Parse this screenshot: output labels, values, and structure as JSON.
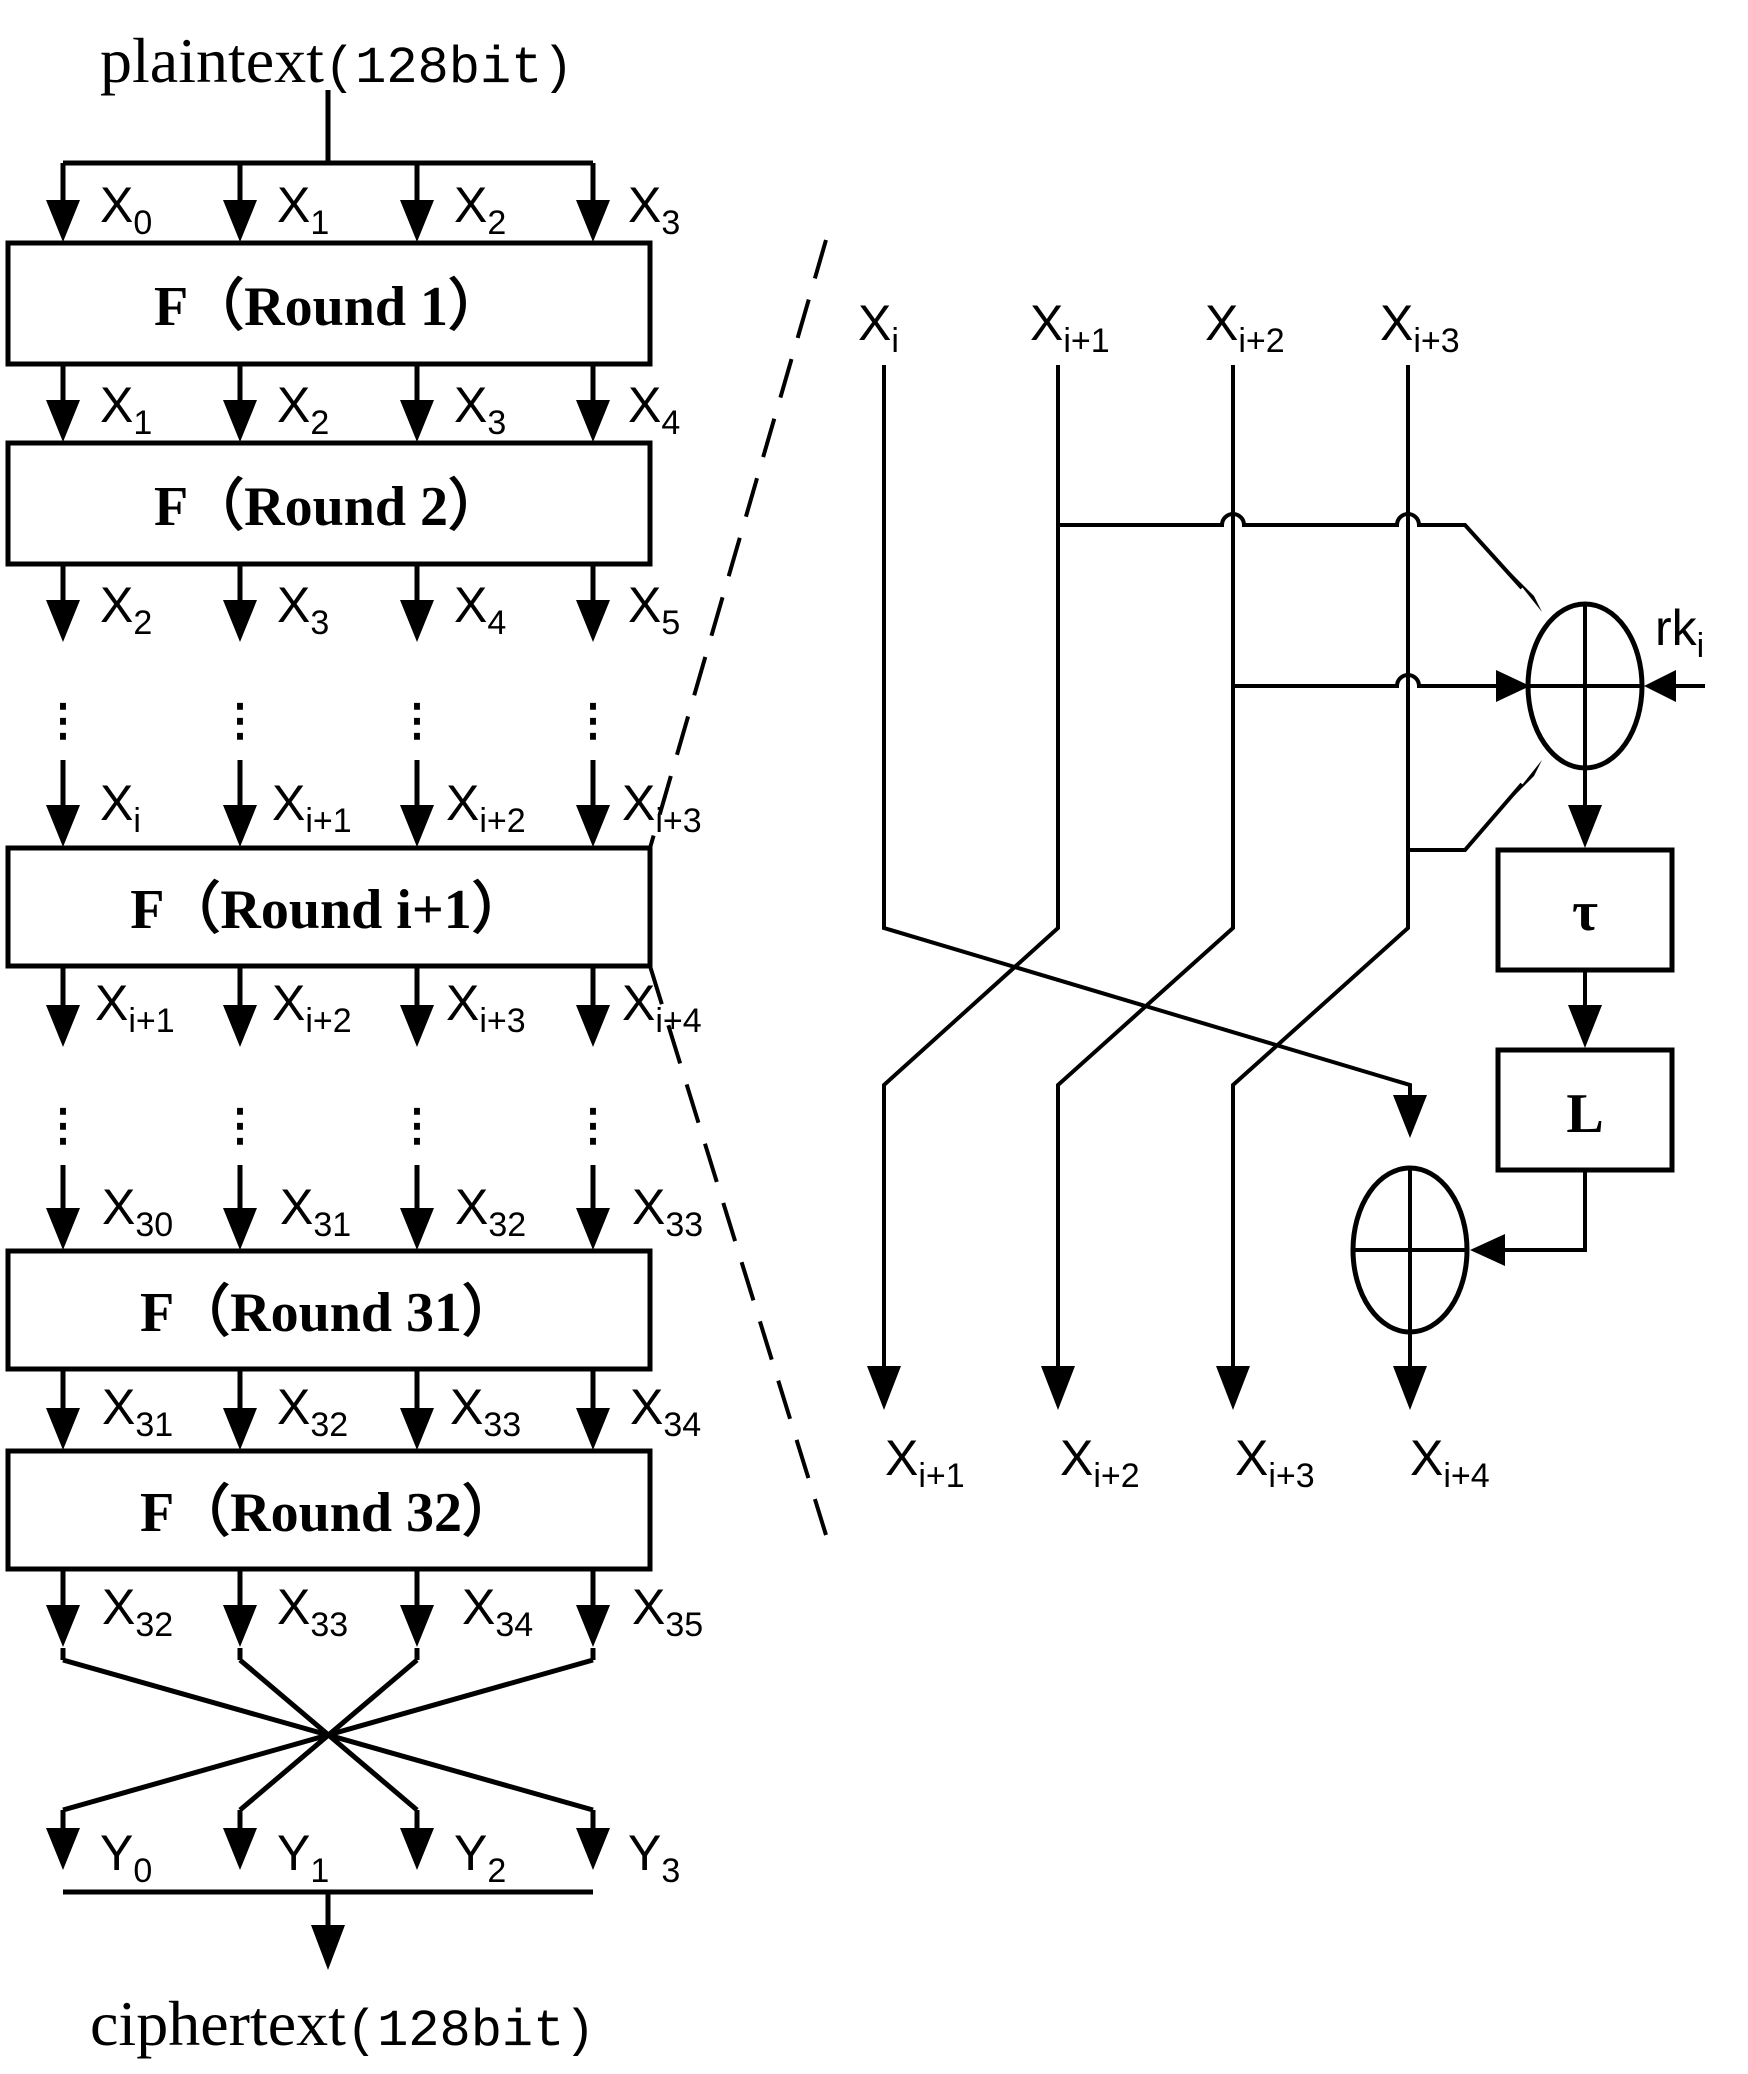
{
  "input": {
    "text": "plaintext",
    "bits": "(128bit)"
  },
  "output": {
    "text": "ciphertext",
    "bits": "(128bit)"
  },
  "rounds": [
    {
      "label": "F（Round 1）"
    },
    {
      "label": "F（Round 2）"
    },
    {
      "label": "F（Round i+1）"
    },
    {
      "label": "F（Round 31）"
    },
    {
      "label": "F（Round 32）"
    }
  ],
  "label_rows": [
    {
      "letter": "X",
      "subs": [
        "0",
        "1",
        "2",
        "3"
      ]
    },
    {
      "letter": "X",
      "subs": [
        "1",
        "2",
        "3",
        "4"
      ]
    },
    {
      "letter": "X",
      "subs": [
        "2",
        "3",
        "4",
        "5"
      ]
    },
    {
      "letter": "X",
      "subs": [
        "i",
        "i+1",
        "i+2",
        "i+3"
      ]
    },
    {
      "letter": "X",
      "subs": [
        "i+1",
        "i+2",
        "i+3",
        "i+4"
      ]
    },
    {
      "letter": "X",
      "subs": [
        "30",
        "31",
        "32",
        "33"
      ]
    },
    {
      "letter": "X",
      "subs": [
        "31",
        "32",
        "33",
        "34"
      ]
    },
    {
      "letter": "X",
      "subs": [
        "32",
        "33",
        "34",
        "35"
      ]
    },
    {
      "letter": "Y",
      "subs": [
        "0",
        "1",
        "2",
        "3"
      ]
    }
  ],
  "ellipsis": "⋮",
  "detail": {
    "top_labels": [
      {
        "letter": "X",
        "sub": "i"
      },
      {
        "letter": "X",
        "sub": "i+1"
      },
      {
        "letter": "X",
        "sub": "i+2"
      },
      {
        "letter": "X",
        "sub": "i+3"
      }
    ],
    "bottom_labels": [
      {
        "letter": "X",
        "sub": "i+1"
      },
      {
        "letter": "X",
        "sub": "i+2"
      },
      {
        "letter": "X",
        "sub": "i+3"
      },
      {
        "letter": "X",
        "sub": "i+4"
      }
    ],
    "round_key": {
      "letter": "rk",
      "sub": "i"
    },
    "tau_label": "τ",
    "l_label": "L"
  }
}
